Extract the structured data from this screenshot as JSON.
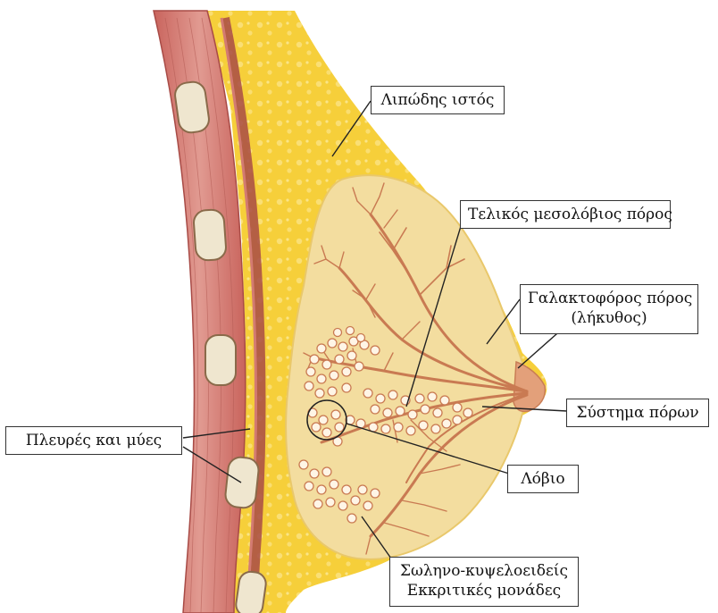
{
  "labels": {
    "adipose": "Λιπώδης ιστός",
    "terminal_duct": "Τελικός μεσολόβιος πόρος",
    "lactiferous_line1": "Γαλακτοφόρος πόρος",
    "lactiferous_line2": "(λήκυθος)",
    "duct_system": "Σύστημα πόρων",
    "ribs_muscles": "Πλευρές και μύες",
    "lobule": "Λόβιο",
    "tdlu_line1": "Σωληνο-κυψελοειδείς",
    "tdlu_line2": "Εκκριτικές μονάδες"
  },
  "colors": {
    "muscle": "#d9847c",
    "muscle_dark": "#a84b46",
    "rib": "#efe6cf",
    "fat": "#f6cf3a",
    "fat_light": "#fbe27e",
    "gland": "#f2dc9c",
    "duct": "#cc7a52",
    "leader": "#222222"
  }
}
